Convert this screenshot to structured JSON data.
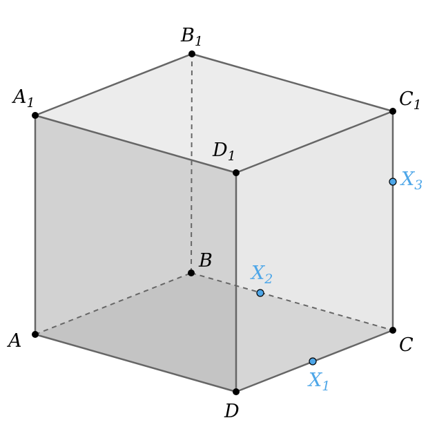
{
  "colors": {
    "edge": "#666666",
    "point": "#000000",
    "marker": "#4da6e8",
    "marker_label": "#4da6e8",
    "face_top": "#ececec",
    "face_left": "#d2d2d2",
    "face_front": "#e8e8e8",
    "face_bottom": "#c4c4c4",
    "face_bottom_right": "#d6d6d6"
  },
  "vertices": {
    "A": {
      "base": "A",
      "sub": ""
    },
    "B": {
      "base": "B",
      "sub": ""
    },
    "C": {
      "base": "C",
      "sub": ""
    },
    "D": {
      "base": "D",
      "sub": ""
    },
    "A1": {
      "base": "A",
      "sub": "1"
    },
    "B1": {
      "base": "B",
      "sub": "1"
    },
    "C1": {
      "base": "C",
      "sub": "1"
    },
    "D1": {
      "base": "D",
      "sub": "1"
    }
  },
  "points": {
    "X1": {
      "base": "X",
      "sub": "1"
    },
    "X2": {
      "base": "X",
      "sub": "2"
    },
    "X3": {
      "base": "X",
      "sub": "3"
    }
  }
}
